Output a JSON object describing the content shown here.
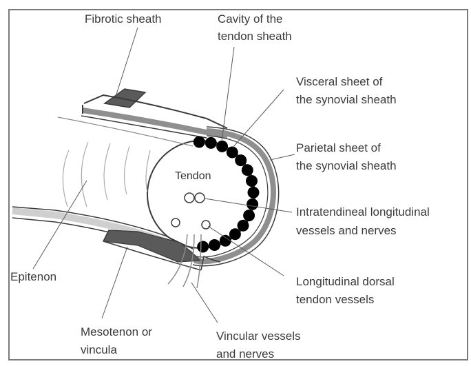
{
  "diagram": {
    "labels": {
      "fibrotic_sheath": "Fibrotic sheath",
      "cavity_line1": "Cavity of the",
      "cavity_line2": "tendon sheath",
      "visceral_line1": "Visceral sheet of",
      "visceral_line2": "the synovial sheath",
      "parietal_line1": "Parietal sheet of",
      "parietal_line2": "the synovial sheath",
      "tendon": "Tendon",
      "intratendineal_line1": "Intratendineal longitudinal",
      "intratendineal_line2": "vessels and nerves",
      "dorsal_line1": "Longitudinal dorsal",
      "dorsal_line2": "tendon vessels",
      "epitenon": "Epitenon",
      "mesotenon_line1": "Mesotenon or",
      "mesotenon_line2": "vincula",
      "vincular_line1": "Vincular vessels",
      "vincular_line2": "and nerves"
    },
    "colors": {
      "outline": "#3a3a3a",
      "sheath_fill": "#8f8f8f",
      "dark_fill": "#5a5a5a",
      "visceral_dots": "#000000",
      "background": "#ffffff"
    }
  }
}
